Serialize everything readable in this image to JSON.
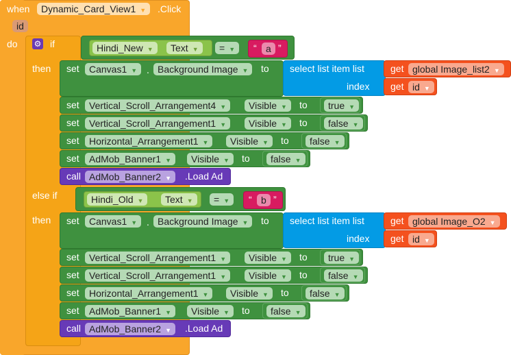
{
  "event": {
    "when": "when",
    "component": "Dynamic_Card_View1",
    "event": ".Click",
    "param": "id",
    "do": "do"
  },
  "if_block": {
    "if": "if",
    "then": "then",
    "else_if": "else if"
  },
  "branches": [
    {
      "cond": {
        "component": "Hindi_New",
        "prop": "Text",
        "op": "=",
        "text": "a"
      },
      "canvas": {
        "set": "set",
        "component": "Canvas1",
        "prop": "Background Image",
        "to": "to",
        "select": "select list item  list",
        "index": "index",
        "get": "get",
        "list_var": "global Image_list2",
        "index_var": "id"
      },
      "sets": [
        {
          "component": "Vertical_Scroll_Arrangement4",
          "prop": "Visible",
          "value": "true"
        },
        {
          "component": "Vertical_Scroll_Arrangement1",
          "prop": "Visible",
          "value": "false"
        },
        {
          "component": "Horizontal_Arrangement1",
          "prop": "Visible",
          "value": "false"
        },
        {
          "component": "AdMob_Banner1",
          "prop": "Visible",
          "value": "false"
        }
      ],
      "call": {
        "call": "call",
        "component": "AdMob_Banner2",
        "method": ".Load Ad"
      }
    },
    {
      "cond": {
        "component": "Hindi_Old",
        "prop": "Text",
        "op": "=",
        "text": "b"
      },
      "canvas": {
        "set": "set",
        "component": "Canvas1",
        "prop": "Background Image",
        "to": "to",
        "select": "select list item  list",
        "index": "index",
        "get": "get",
        "list_var": "global Image_O2",
        "index_var": "id"
      },
      "sets": [
        {
          "component": "Vertical_Scroll_Arrangement1",
          "prop": "Visible",
          "value": "true"
        },
        {
          "component": "Vertical_Scroll_Arrangement1",
          "prop": "Visible",
          "value": "false"
        },
        {
          "component": "Horizontal_Arrangement1",
          "prop": "Visible",
          "value": "false"
        },
        {
          "component": "AdMob_Banner1",
          "prop": "Visible",
          "value": "false"
        }
      ],
      "call": {
        "call": "call",
        "component": "AdMob_Banner2",
        "method": ".Load Ad"
      }
    }
  ],
  "labels": {
    "set": "set",
    "to": "to",
    "dot": "."
  }
}
